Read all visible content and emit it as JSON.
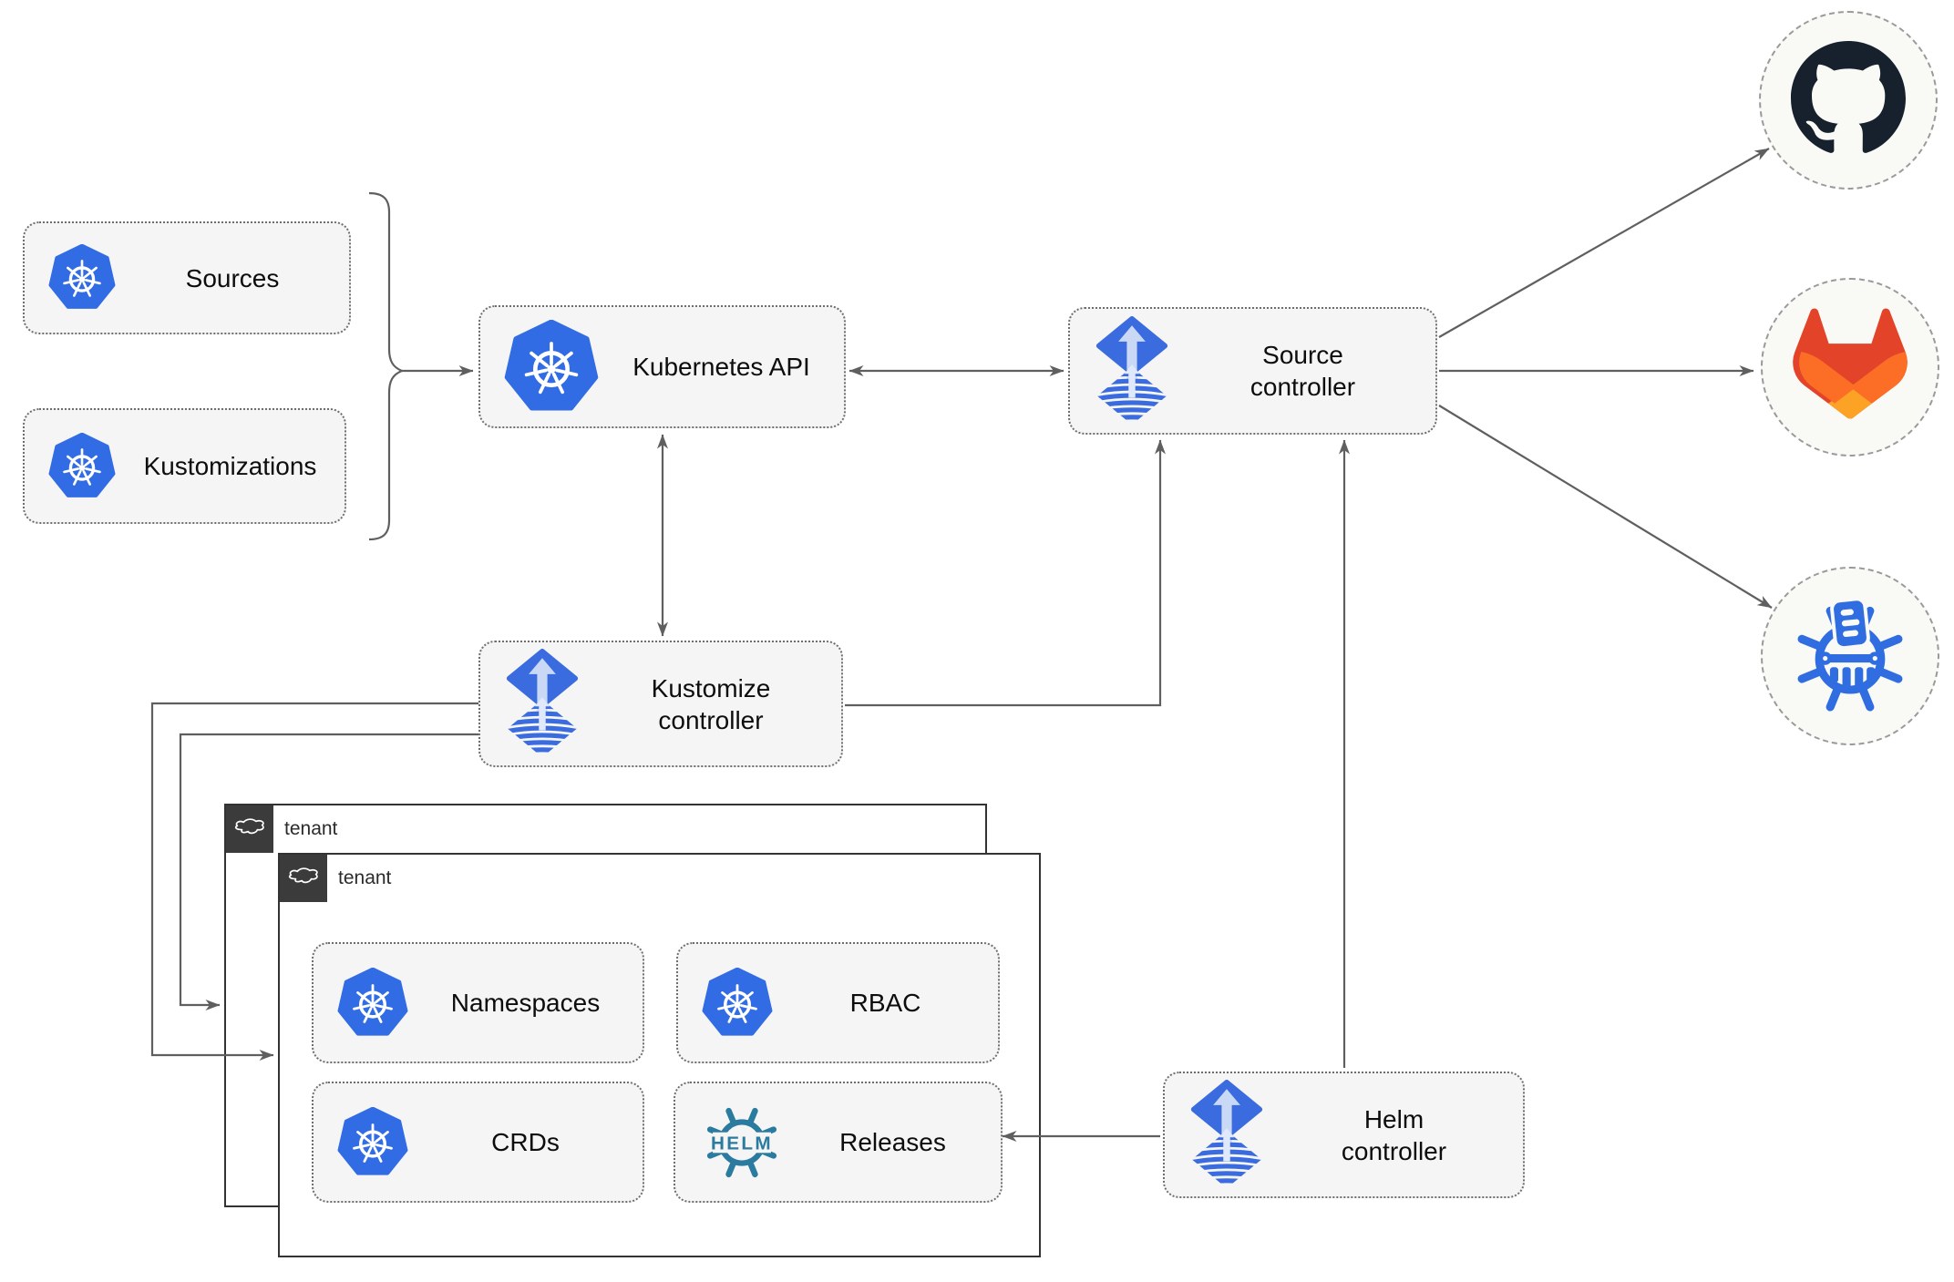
{
  "nodes": {
    "sources": {
      "label": "Sources"
    },
    "kustomizations": {
      "label": "Kustomizations"
    },
    "kubernetes_api": {
      "label": "Kubernetes API"
    },
    "source_controller": {
      "label": "Source controller"
    },
    "kustomize_controller": {
      "label": "Kustomize controller"
    },
    "helm_controller": {
      "label": "Helm controller"
    },
    "namespaces": {
      "label": "Namespaces"
    },
    "rbac": {
      "label": "RBAC"
    },
    "crds": {
      "label": "CRDs"
    },
    "releases": {
      "label": "Releases"
    }
  },
  "tenants": {
    "back": {
      "label": "tenant"
    },
    "front": {
      "label": "tenant"
    }
  },
  "icons": {
    "helm_logo_text": "HELM",
    "node_icons": {
      "sources": "kubernetes-icon",
      "kustomizations": "kubernetes-icon",
      "kubernetes_api": "kubernetes-icon",
      "source_controller": "flux-icon",
      "kustomize_controller": "flux-icon",
      "helm_controller": "flux-icon",
      "namespaces": "kubernetes-icon",
      "rbac": "kubernetes-icon",
      "crds": "kubernetes-icon",
      "releases": "helm-icon",
      "tenant_header": "cloud-icon",
      "targets": [
        "github-icon",
        "gitlab-icon",
        "helm-repository-icon"
      ]
    }
  },
  "colors": {
    "kubernetes_blue": "#326ce5",
    "flux_blue": "#3a6ce0",
    "flux_arrow_light": "#c9d8f5",
    "helm_teal": "#2a7b9f",
    "github_dark": "#16212d",
    "gitlab_red": "#e24329",
    "gitlab_orange": "#fc6d26",
    "gitlab_yellow": "#fca326",
    "helm_repository_blue": "#2f6de1",
    "node_fill": "#f5f5f5",
    "tenant_header_dark": "#3b3b3b",
    "connector_gray": "#5f5f5f"
  }
}
